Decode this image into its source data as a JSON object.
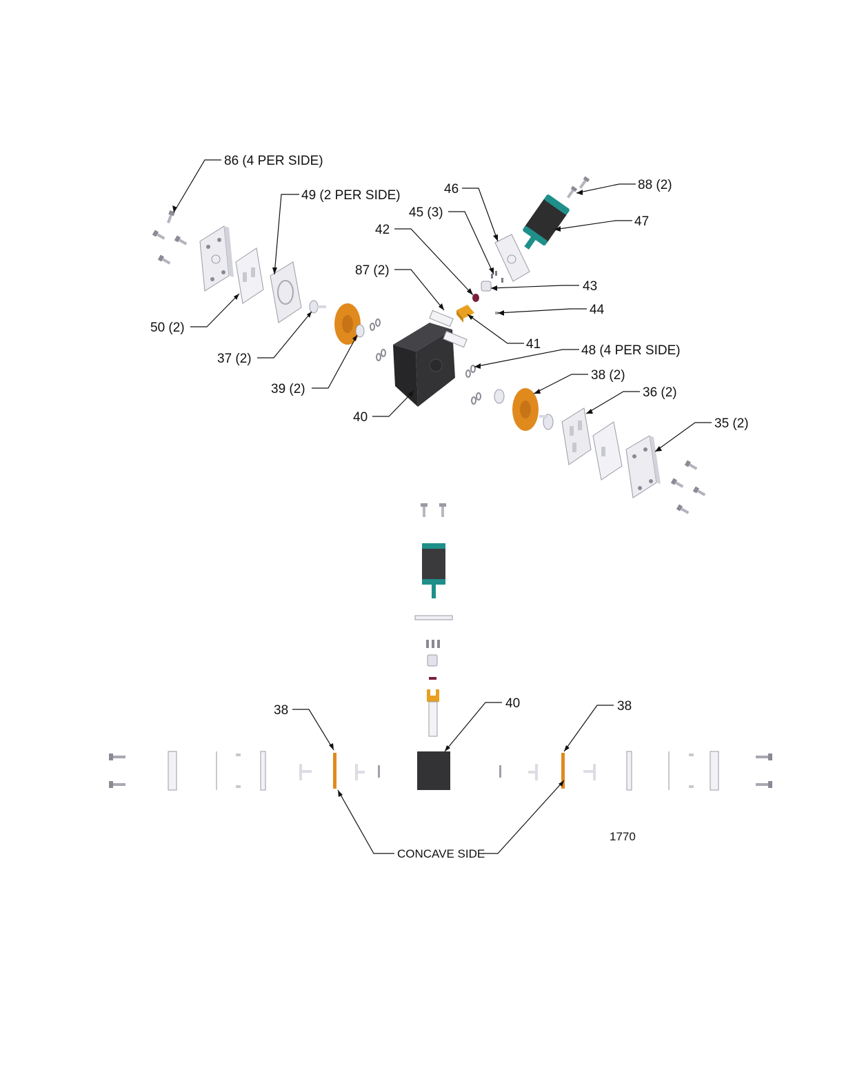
{
  "callouts": {
    "c86": "86 (4 PER SIDE)",
    "c49": "49 (2 PER SIDE)",
    "c46": "46",
    "c88": "88 (2)",
    "c45": "45 (3)",
    "c47": "47",
    "c42": "42",
    "c87": "87 (2)",
    "c43": "43",
    "c44": "44",
    "c50": "50 (2)",
    "c41": "41",
    "c48": "48 (4 PER SIDE)",
    "c37": "37 (2)",
    "c38": "38 (2)",
    "c39": "39 (2)",
    "c36": "36 (2)",
    "c40": "40",
    "c35": "35 (2)",
    "side_38_left": "38",
    "side_40": "40",
    "side_38_right": "38",
    "concave": "CONCAVE SIDE"
  },
  "drawing_number": "1770",
  "colors": {
    "body_black": "#2e2e2e",
    "diaphragm_orange": "#e08a1e",
    "teal_cap": "#1f8f8a",
    "plate_white": "#ededf2",
    "seal_maroon": "#7a1f3a",
    "line": "#111111"
  }
}
